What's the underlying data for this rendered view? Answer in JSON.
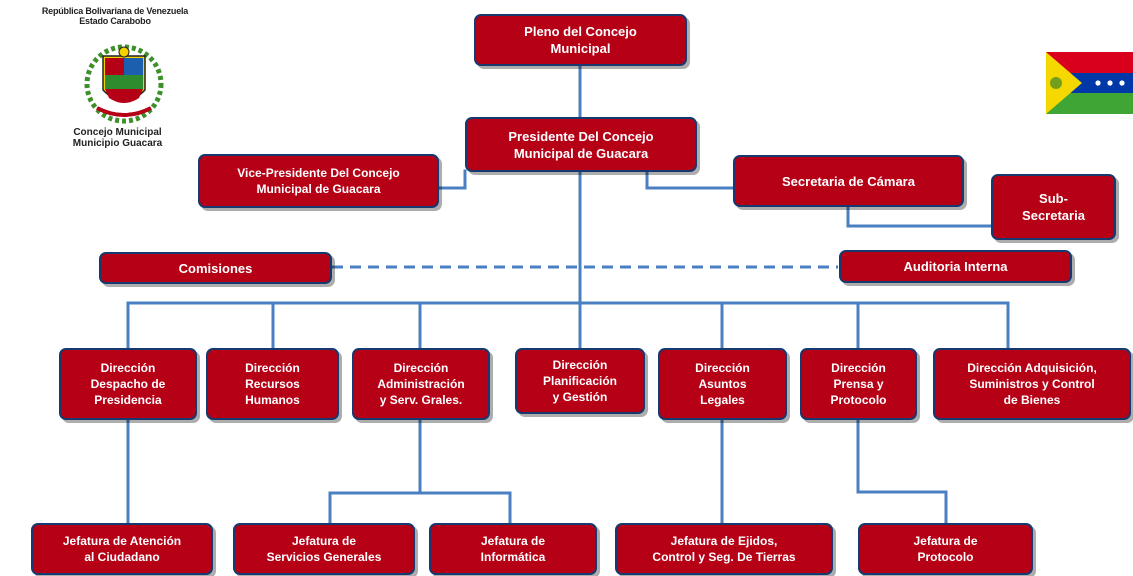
{
  "header": {
    "text": "República Bolivariana de Venezuela\nEstado Carabobo",
    "institution": "Concejo Municipal\nMunicipio Guacara"
  },
  "org_chart": {
    "pleno": "Pleno del Concejo\nMunicipal",
    "presidente": "Presidente Del Concejo\nMunicipal de Guacara",
    "vicepresidente": "Vice-Presidente Del Concejo\nMunicipal de Guacara",
    "secretaria": "Secretaria de Cámara",
    "subsecretaria": "Sub-\nSecretaria",
    "comisiones": "Comisiones",
    "auditoria": "Auditoria Interna",
    "direcciones": [
      "Dirección\nDespacho de\nPresidencia",
      "Dirección\nRecursos\nHumanos",
      "Dirección\nAdministración\ny Serv. Grales.",
      "Dirección\nPlanificación\ny Gestión",
      "Dirección\nAsuntos\nLegales",
      "Dirección\nPrensa y\nProtocolo",
      "Dirección Adquisición,\nSuministros y Control\nde Bienes"
    ],
    "jefaturas": [
      "Jefatura de Atención\nal Ciudadano",
      "Jefatura de\nServicios Generales",
      "Jefatura de\nInformática",
      "Jefatura de Ejidos,\nControl y Seg. De Tierras",
      "Jefatura de\nProtocolo"
    ]
  },
  "colors": {
    "box_fill": "#b50016",
    "box_border": "#17396f",
    "connector": "#4a7fc1",
    "flag_yellow": "#f5d800",
    "flag_red": "#d8001c",
    "flag_green": "#3fa535",
    "flag_blue": "#0038a8"
  },
  "icons": {
    "seal": "municipal-coat-of-arms-icon",
    "flag": "carabobo-state-flag-icon"
  }
}
